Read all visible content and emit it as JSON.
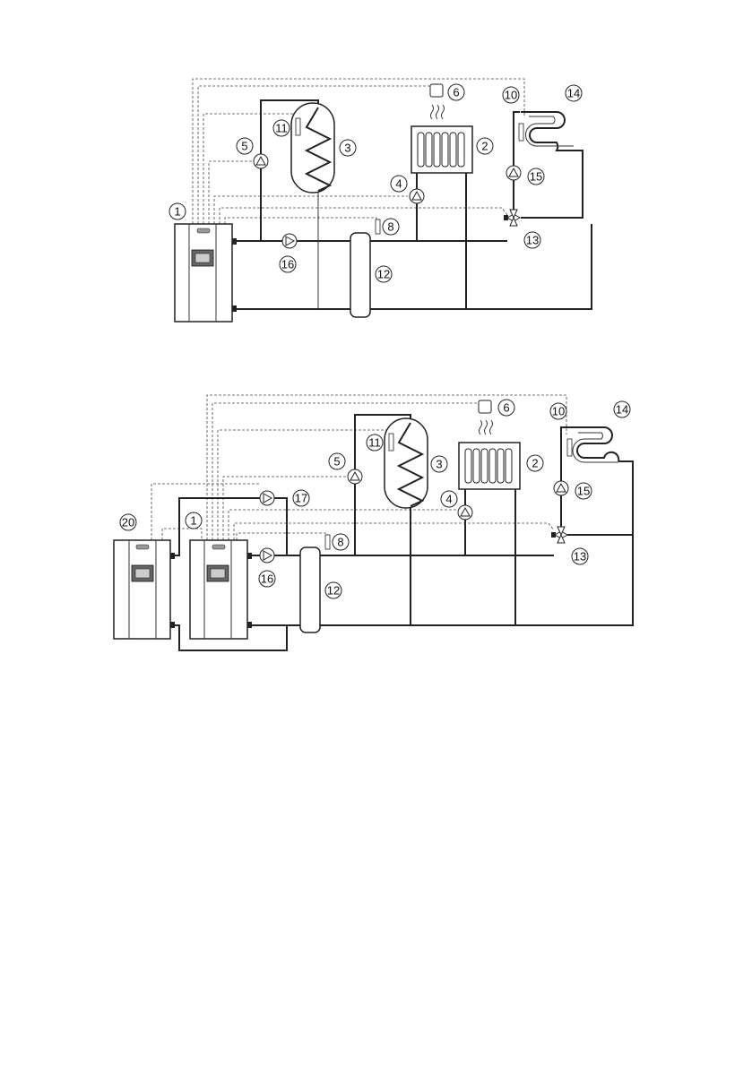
{
  "diagram_1": {
    "labels": {
      "boiler": "1",
      "radiator": "2",
      "dhw_tank": "3",
      "radiator_pump": "4",
      "dhw_pump": "5",
      "outdoor_sensor": "6",
      "flow_sensor": "8",
      "floor_sensor": "10",
      "tank_sensor": "11",
      "hydraulic_separator": "12",
      "mixing_valve": "13",
      "floor_heating": "14",
      "floor_pump": "15",
      "boiler_pump": "16"
    }
  },
  "diagram_2": {
    "labels": {
      "boiler": "1",
      "radiator": "2",
      "dhw_tank": "3",
      "radiator_pump": "4",
      "dhw_pump": "5",
      "outdoor_sensor": "6",
      "flow_sensor": "8",
      "floor_sensor": "10",
      "tank_sensor": "11",
      "hydraulic_separator": "12",
      "mixing_valve": "13",
      "floor_heating": "14",
      "floor_pump": "15",
      "boiler_pump": "16",
      "second_boiler_pump": "17",
      "second_boiler": "20"
    }
  }
}
